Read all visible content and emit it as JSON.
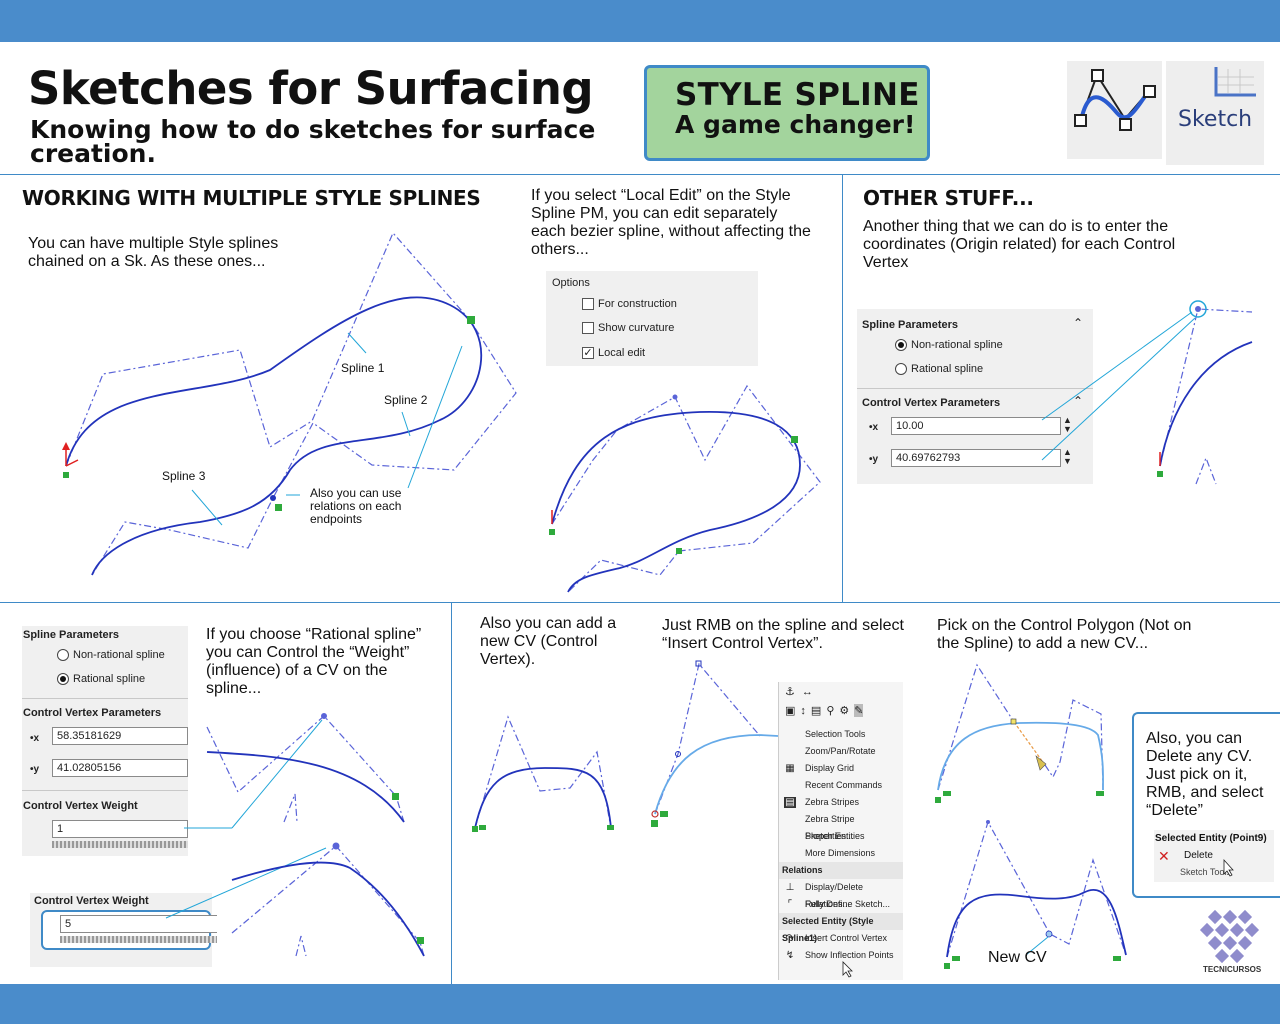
{
  "header": {
    "title": "Sketches for Surfacing",
    "subtitle": "Knowing how to do sketches for surface creation.",
    "style_line1": "STYLE SPLINE",
    "style_line2": "A game changer!",
    "sketch_label": "Sketch",
    "spline_icon": "style-spline-icon",
    "sketch_icon": "sketch-icon"
  },
  "colors": {
    "band": "#4a8ccb",
    "spline": "#2233bb",
    "polygon": "#5a64d8",
    "leader": "#22a6d8",
    "endpoint": "#2eaa3c",
    "styleBox": "#a3d49d"
  },
  "working": {
    "heading": "WORKING WITH MULTIPLE STYLE SPLINES",
    "text": "You can have multiple Style splines chained on a Sk. As these ones...",
    "spline1": "Spline 1",
    "spline2": "Spline 2",
    "spline3": "Spline 3",
    "relations_note": "Also you can use relations on each endpoints"
  },
  "local_edit": {
    "text": "If you select “Local Edit” on the Style Spline PM, you can edit separately each bezier spline, without affecting the others...",
    "options_title": "Options",
    "opt1": "For construction",
    "opt2": "Show curvature",
    "opt3": "Local edit",
    "checkmark": "✓"
  },
  "other": {
    "heading": "OTHER STUFF...",
    "text": "Another thing that we can do is to enter the coordinates (Origin related) for each Control Vertex",
    "spline_params": "Spline Parameters",
    "nonrational": "Non-rational spline",
    "rational": "Rational spline",
    "cv_params": "Control Vertex Parameters",
    "x_value": "10.00",
    "y_value": "40.69762793"
  },
  "rational": {
    "spline_params": "Spline Parameters",
    "nonrational": "Non-rational spline",
    "rational": "Rational spline",
    "cv_params": "Control Vertex Parameters",
    "x_value": "58.35181629",
    "y_value": "41.02805156",
    "weight_label": "Control Vertex Weight",
    "weight_value": "1",
    "weight_label2": "Control Vertex Weight",
    "weight_value2": "5",
    "text": "If you choose “Rational spline” you can Control the “Weight” (influence) of a CV on the spline..."
  },
  "add_cv": {
    "text": "Also you can add a new CV (Control Vertex).",
    "rmb_text": "Just RMB on the spline and select “Insert Control Vertex”.",
    "menu": {
      "items": [
        "Selection Tools",
        "Zoom/Pan/Rotate",
        "Display Grid",
        "Recent Commands",
        "Zebra Stripes",
        "Zebra Stripe Properties...",
        "Sketch Entities",
        "More Dimensions"
      ],
      "relations_header": "Relations",
      "rel_items": [
        "Display/Delete Relations...",
        "Fully Define Sketch..."
      ],
      "entity_header": "Selected Entity (Style Spline1)",
      "entity_items": [
        "Insert Control Vertex",
        "Show Inflection Points"
      ]
    }
  },
  "pick": {
    "text": "Pick on the Control Polygon (Not on the Spline) to add a new CV...",
    "new_cv": "New CV",
    "delete_text": "Also, you can Delete any CV. Just pick on it, RMB, and select “Delete”",
    "sel_entity": "Selected Entity (Point9)",
    "delete": "Delete",
    "sketch_tools": "Sketch Tools"
  },
  "logo": {
    "text": "TECNICURSOS"
  }
}
